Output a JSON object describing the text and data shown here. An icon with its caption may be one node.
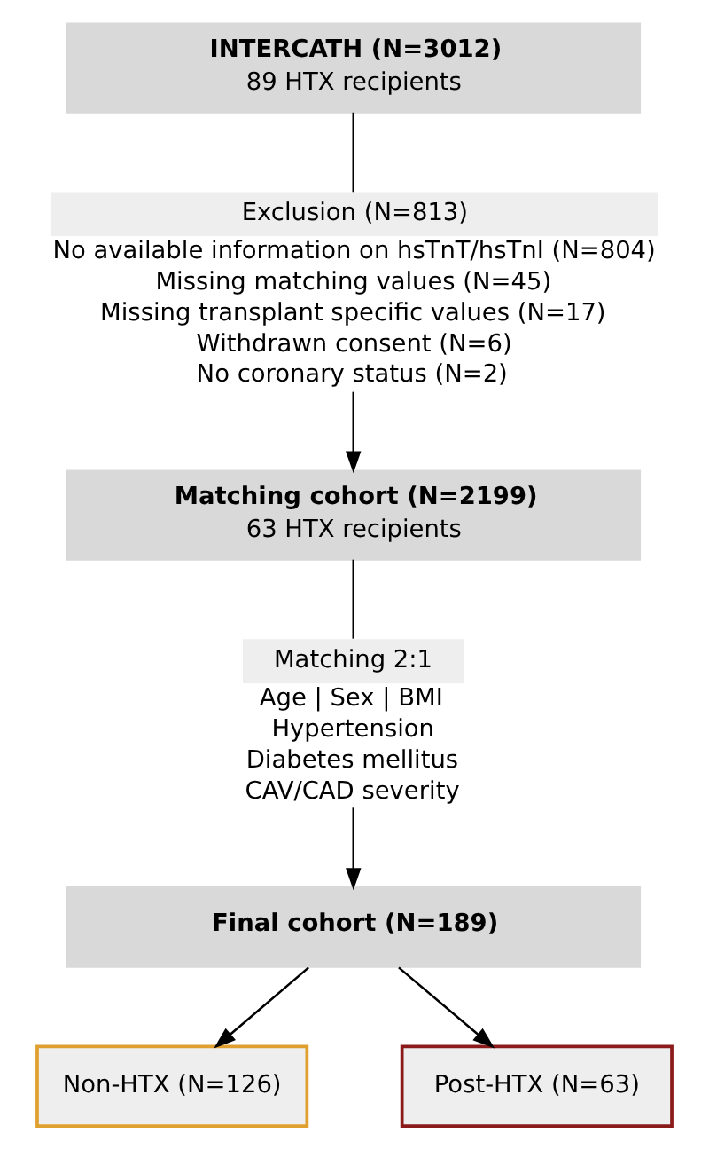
{
  "diagram": {
    "nodes": [
      {
        "text": [
          "INTERCATH (N=3012)",
          "89 HTX recipients"
        ]
      },
      {
        "text": [
          "Exclusion (N=813)",
          "No available information on hsTnT/hsTnI (N=804)",
          "Missing matching values (N=45)",
          "Missing transplant specific values (N=17)",
          "Withdrawn consent (N=6)",
          "No coronary status (N=2)"
        ]
      },
      {
        "text": [
          "Matching cohort (N=2199)",
          "63 HTX recipients"
        ]
      },
      {
        "text": [
          "Matching 2:1",
          "Age | Sex | BMI",
          "Hypertension",
          "Diabetes mellitus",
          "CAV/CAD severity"
        ]
      },
      {
        "text": [
          "Final cohort (N=189)"
        ]
      },
      {
        "text": [
          "Non-HTX (N=126)"
        ]
      },
      {
        "text": [
          "Post-HTX (N=63)"
        ]
      }
    ],
    "edges": [
      {
        "from": 0,
        "to": 1,
        "arrow": "none"
      },
      {
        "from": 1,
        "to": 2,
        "arrow": "to"
      },
      {
        "from": 2,
        "to": 3,
        "arrow": "none"
      },
      {
        "from": 3,
        "to": 4,
        "arrow": "to"
      },
      {
        "from": 4,
        "to": 5,
        "arrow": "to"
      },
      {
        "from": 4,
        "to": 6,
        "arrow": "to"
      }
    ]
  }
}
